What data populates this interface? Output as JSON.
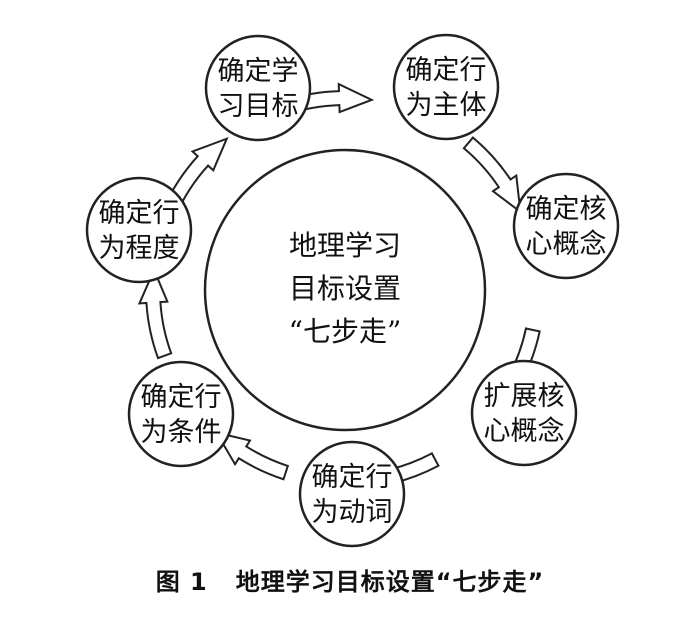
{
  "center": {
    "lines": [
      "地理学习",
      "目标设置",
      "“七步走”"
    ]
  },
  "steps": [
    {
      "lines": [
        "确定学",
        "习目标"
      ]
    },
    {
      "lines": [
        "确定行",
        "为主体"
      ]
    },
    {
      "lines": [
        "确定核",
        "心概念"
      ]
    },
    {
      "lines": [
        "扩展核",
        "心概念"
      ]
    },
    {
      "lines": [
        "确定行",
        "为动词"
      ]
    },
    {
      "lines": [
        "确定行",
        "为条件"
      ]
    },
    {
      "lines": [
        "确定行",
        "为程度"
      ]
    }
  ],
  "caption": {
    "figure": "图 1",
    "title": "地理学习目标设置“七步走”"
  },
  "colors": {
    "stroke": "#222222",
    "text": "#111111",
    "background": "#ffffff"
  }
}
